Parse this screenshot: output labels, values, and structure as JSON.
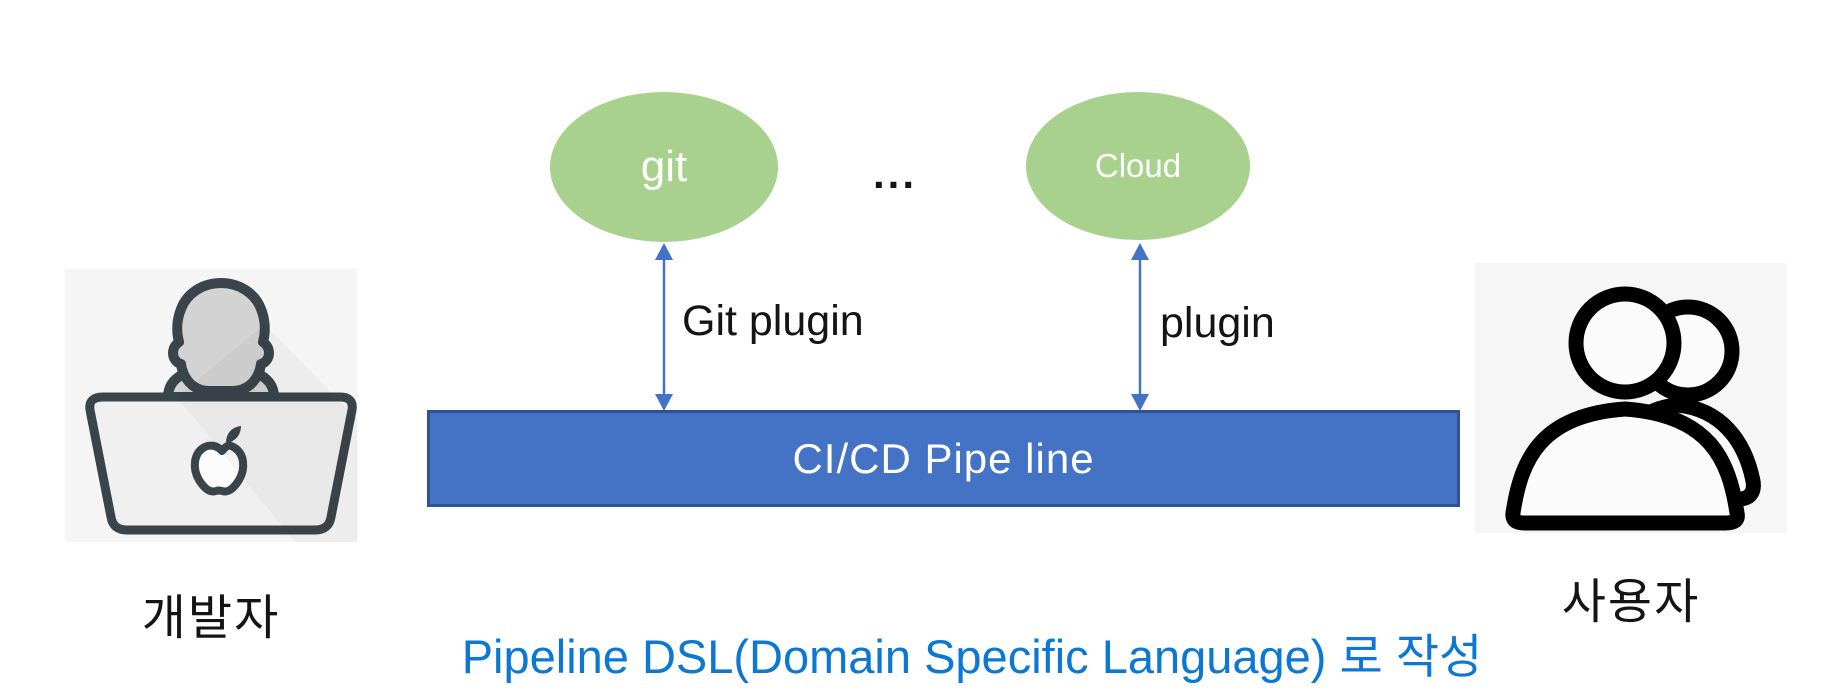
{
  "title": "CI/CD pipeline diagram",
  "colors": {
    "canvas_bg": "#FFFFFF",
    "node_green": "#A9D18E",
    "node_text": "#FFFFFF",
    "bar_fill": "#4472C4",
    "bar_border": "#2E5395",
    "bar_text": "#FFFFFF",
    "arrow_blue": "#4472C4",
    "label_black": "#141414",
    "caption_blue": "#0C78D3",
    "icon_box_bg": "#F5F5F5"
  },
  "nodes": {
    "git": {
      "label": "git"
    },
    "cloud": {
      "label": "Cloud"
    },
    "ellipsis": "...",
    "pipeline": {
      "label": "CI/CD Pipe line"
    }
  },
  "connections": {
    "git_plugin_label": "Git plugin",
    "cloud_plugin_label": "plugin"
  },
  "actors": {
    "developer": {
      "label": "개발자",
      "icon": "developer-at-laptop-icon"
    },
    "user": {
      "label": "사용자",
      "icon": "users-icon"
    }
  },
  "caption": "Pipeline DSL(Domain Specific Language) 로 작성"
}
